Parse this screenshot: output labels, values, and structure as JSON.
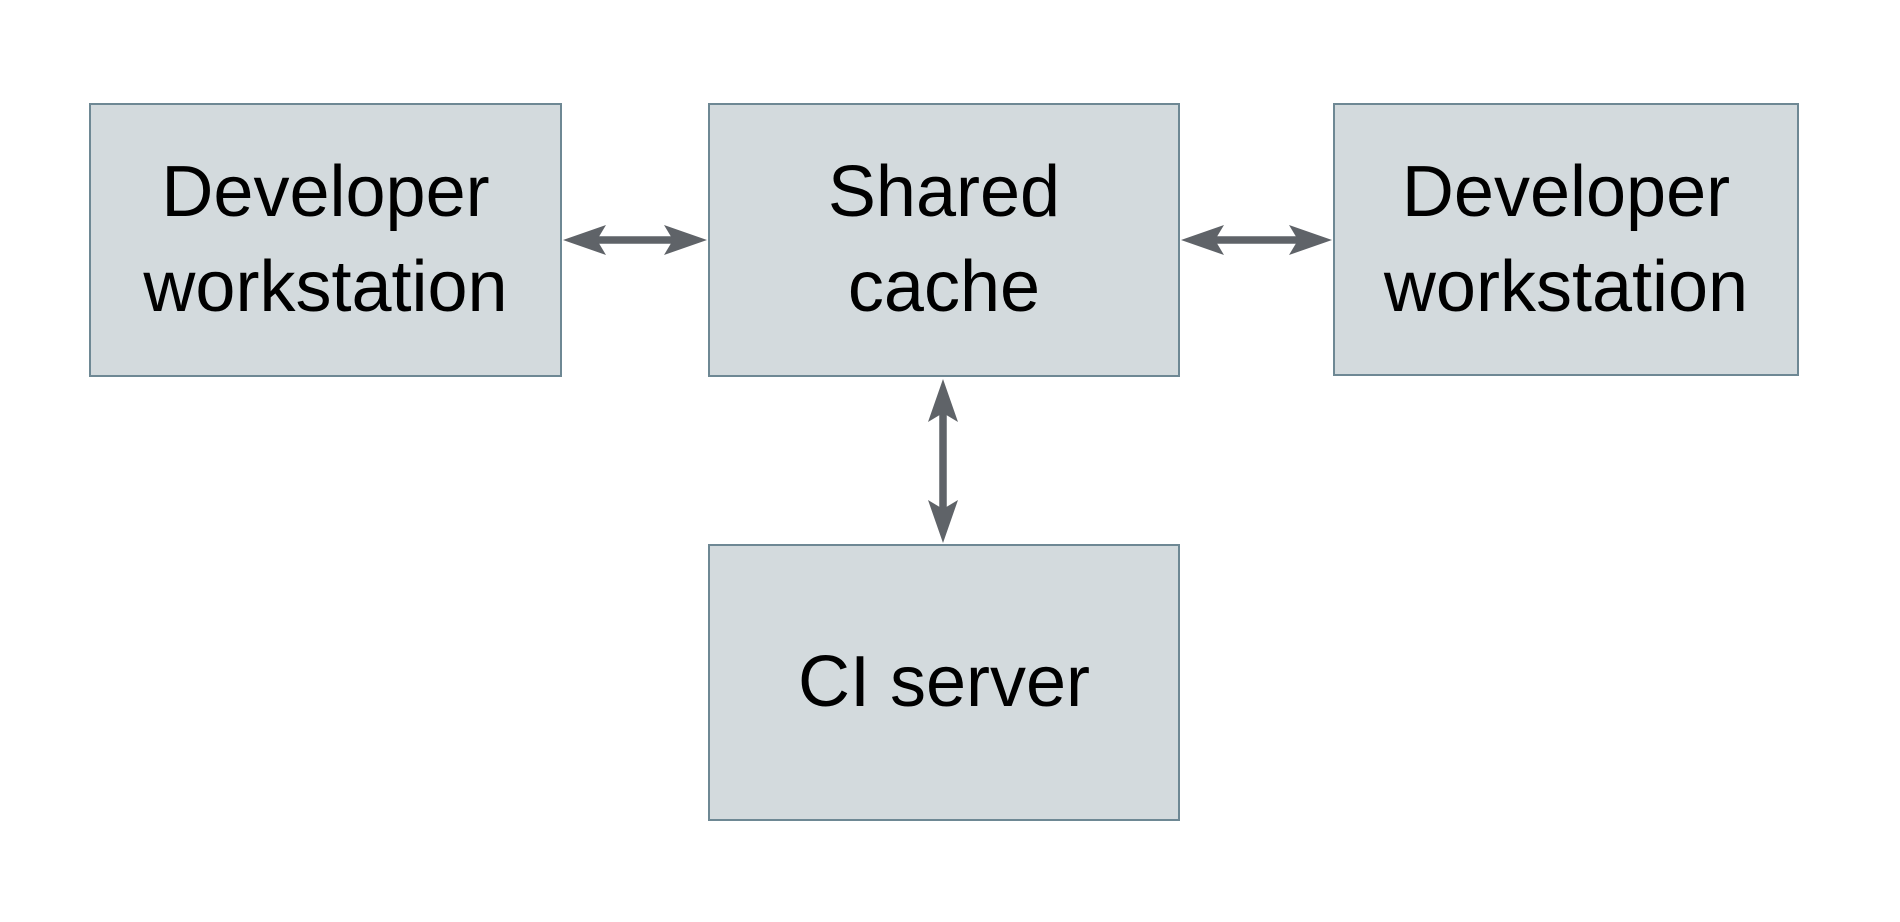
{
  "diagram": {
    "background_color": "#ffffff",
    "node_fill_color": "#d3dadd",
    "node_border_color": "#6e8894",
    "node_text_color": "#000000",
    "arrow_color": "#5f6368",
    "nodes": [
      {
        "id": "developer-workstation-left",
        "label": "Developer\nworkstation"
      },
      {
        "id": "shared-cache",
        "label": "Shared\ncache"
      },
      {
        "id": "developer-workstation-right",
        "label": "Developer\nworkstation"
      },
      {
        "id": "ci-server",
        "label": "CI server"
      }
    ],
    "connections": [
      {
        "from": "developer-workstation-left",
        "to": "shared-cache",
        "type": "bidirectional",
        "orientation": "horizontal"
      },
      {
        "from": "shared-cache",
        "to": "developer-workstation-right",
        "type": "bidirectional",
        "orientation": "horizontal"
      },
      {
        "from": "shared-cache",
        "to": "ci-server",
        "type": "bidirectional",
        "orientation": "vertical"
      }
    ]
  }
}
